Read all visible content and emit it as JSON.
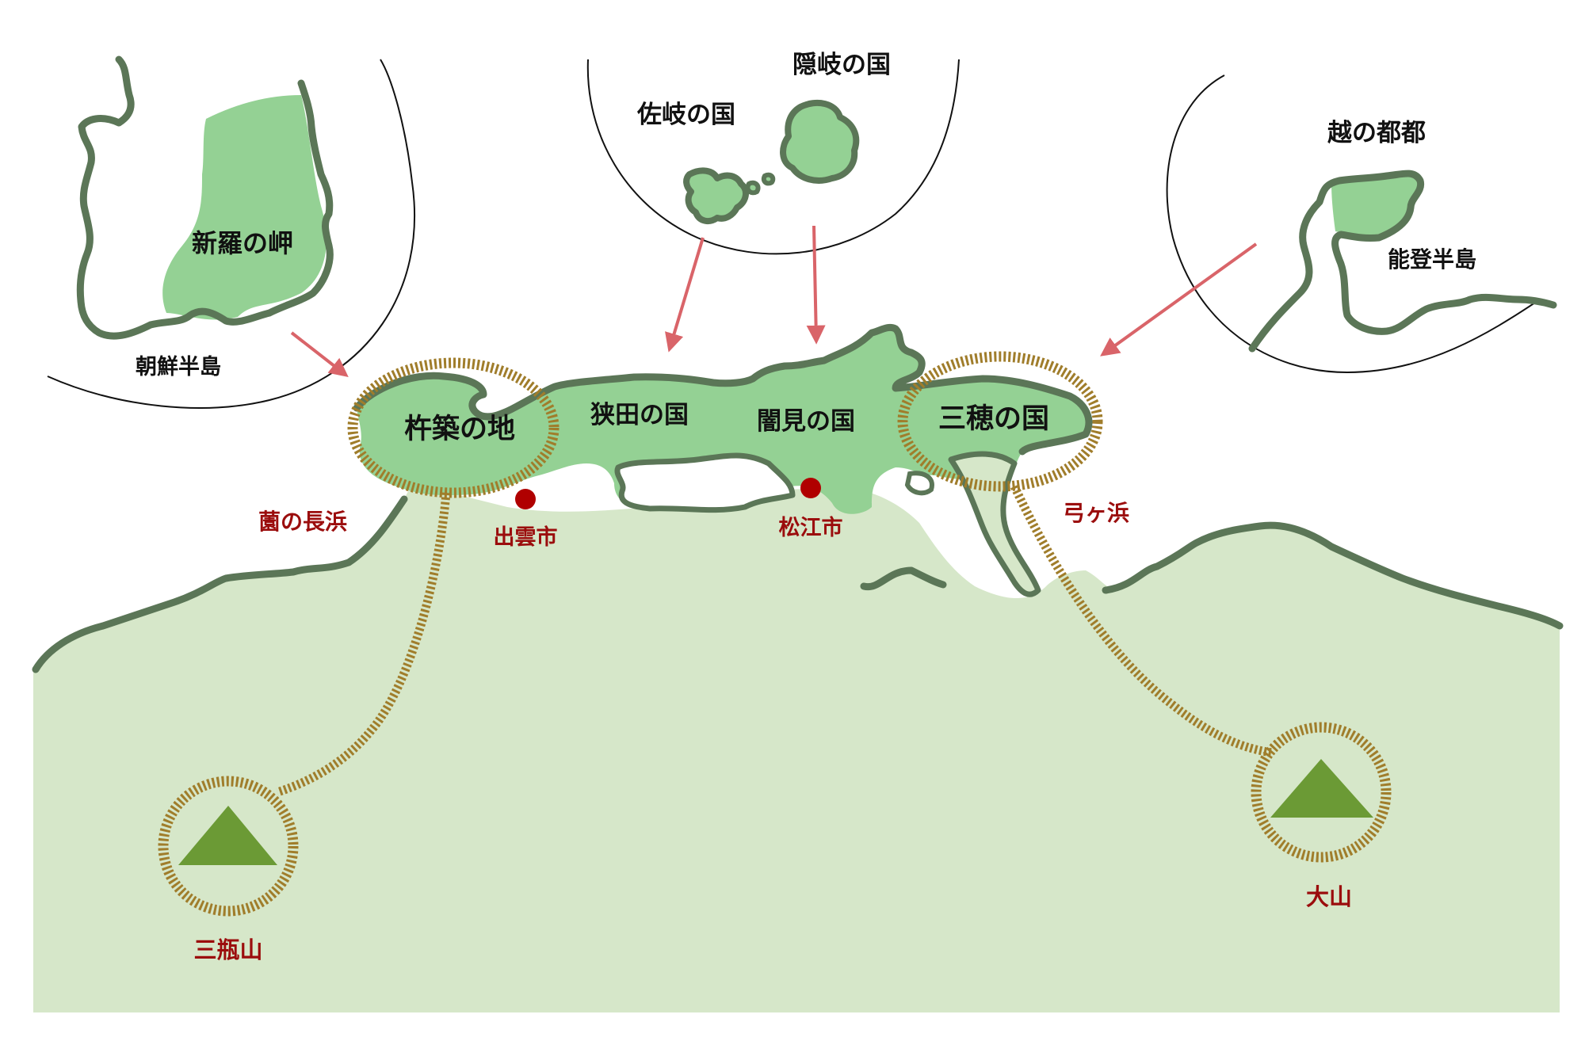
{
  "labels": {
    "shiragi": "新羅の岬",
    "chosen": "朝鮮半島",
    "saki": "佐岐の国",
    "oki": "隠岐の国",
    "koshi": "越の都都",
    "noto": "能登半島",
    "kizuki": "杵築の地",
    "sada": "狭田の国",
    "kurami": "闇見の国",
    "miho": "三穂の国",
    "sono": "薗の長浜",
    "yumigahama": "弓ヶ浜",
    "izumo": "出雲市",
    "matsue": "松江市",
    "sanbe": "三瓶山",
    "daisen": "大山"
  },
  "colors": {
    "land": "#d6e7c9",
    "highlight_land": "#94d194",
    "coastline": "#5b7657",
    "rope": "#a07d2b",
    "arrow": "#d96469",
    "mountain": "#6b9a35",
    "city_dot": "#b00000",
    "place_label": "#111111",
    "feature_label": "#9b0d0d"
  },
  "icons": {
    "mountain": "triangle-mountain-icon",
    "city": "red-dot-icon",
    "rope": "striped-rope-ring-icon",
    "arrow": "red-arrow-icon"
  }
}
